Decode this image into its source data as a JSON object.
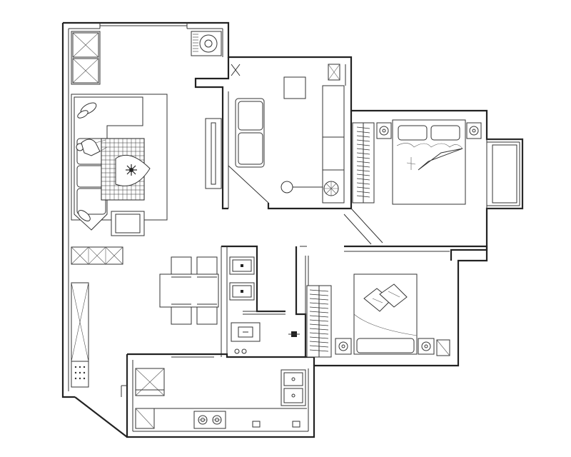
{
  "figure": {
    "type": "architectural-floor-plan",
    "rooms": [
      "living-room",
      "dining-area",
      "kitchen",
      "bathroom",
      "balcony-laundry",
      "study",
      "master-bedroom",
      "second-bedroom",
      "bay-window"
    ],
    "line_color": "#222222",
    "background": "#ffffff"
  }
}
